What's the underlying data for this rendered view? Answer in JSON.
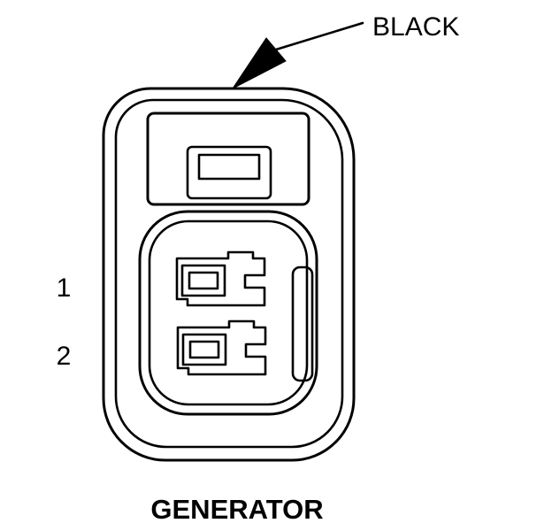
{
  "figure": {
    "callout": {
      "label": "BLACK"
    },
    "pins": [
      {
        "label": "1"
      },
      {
        "label": "2"
      }
    ],
    "caption": "GENERATOR",
    "colors": {
      "line": "#000000",
      "background": "#ffffff",
      "arrow_fill": "#000000"
    }
  }
}
